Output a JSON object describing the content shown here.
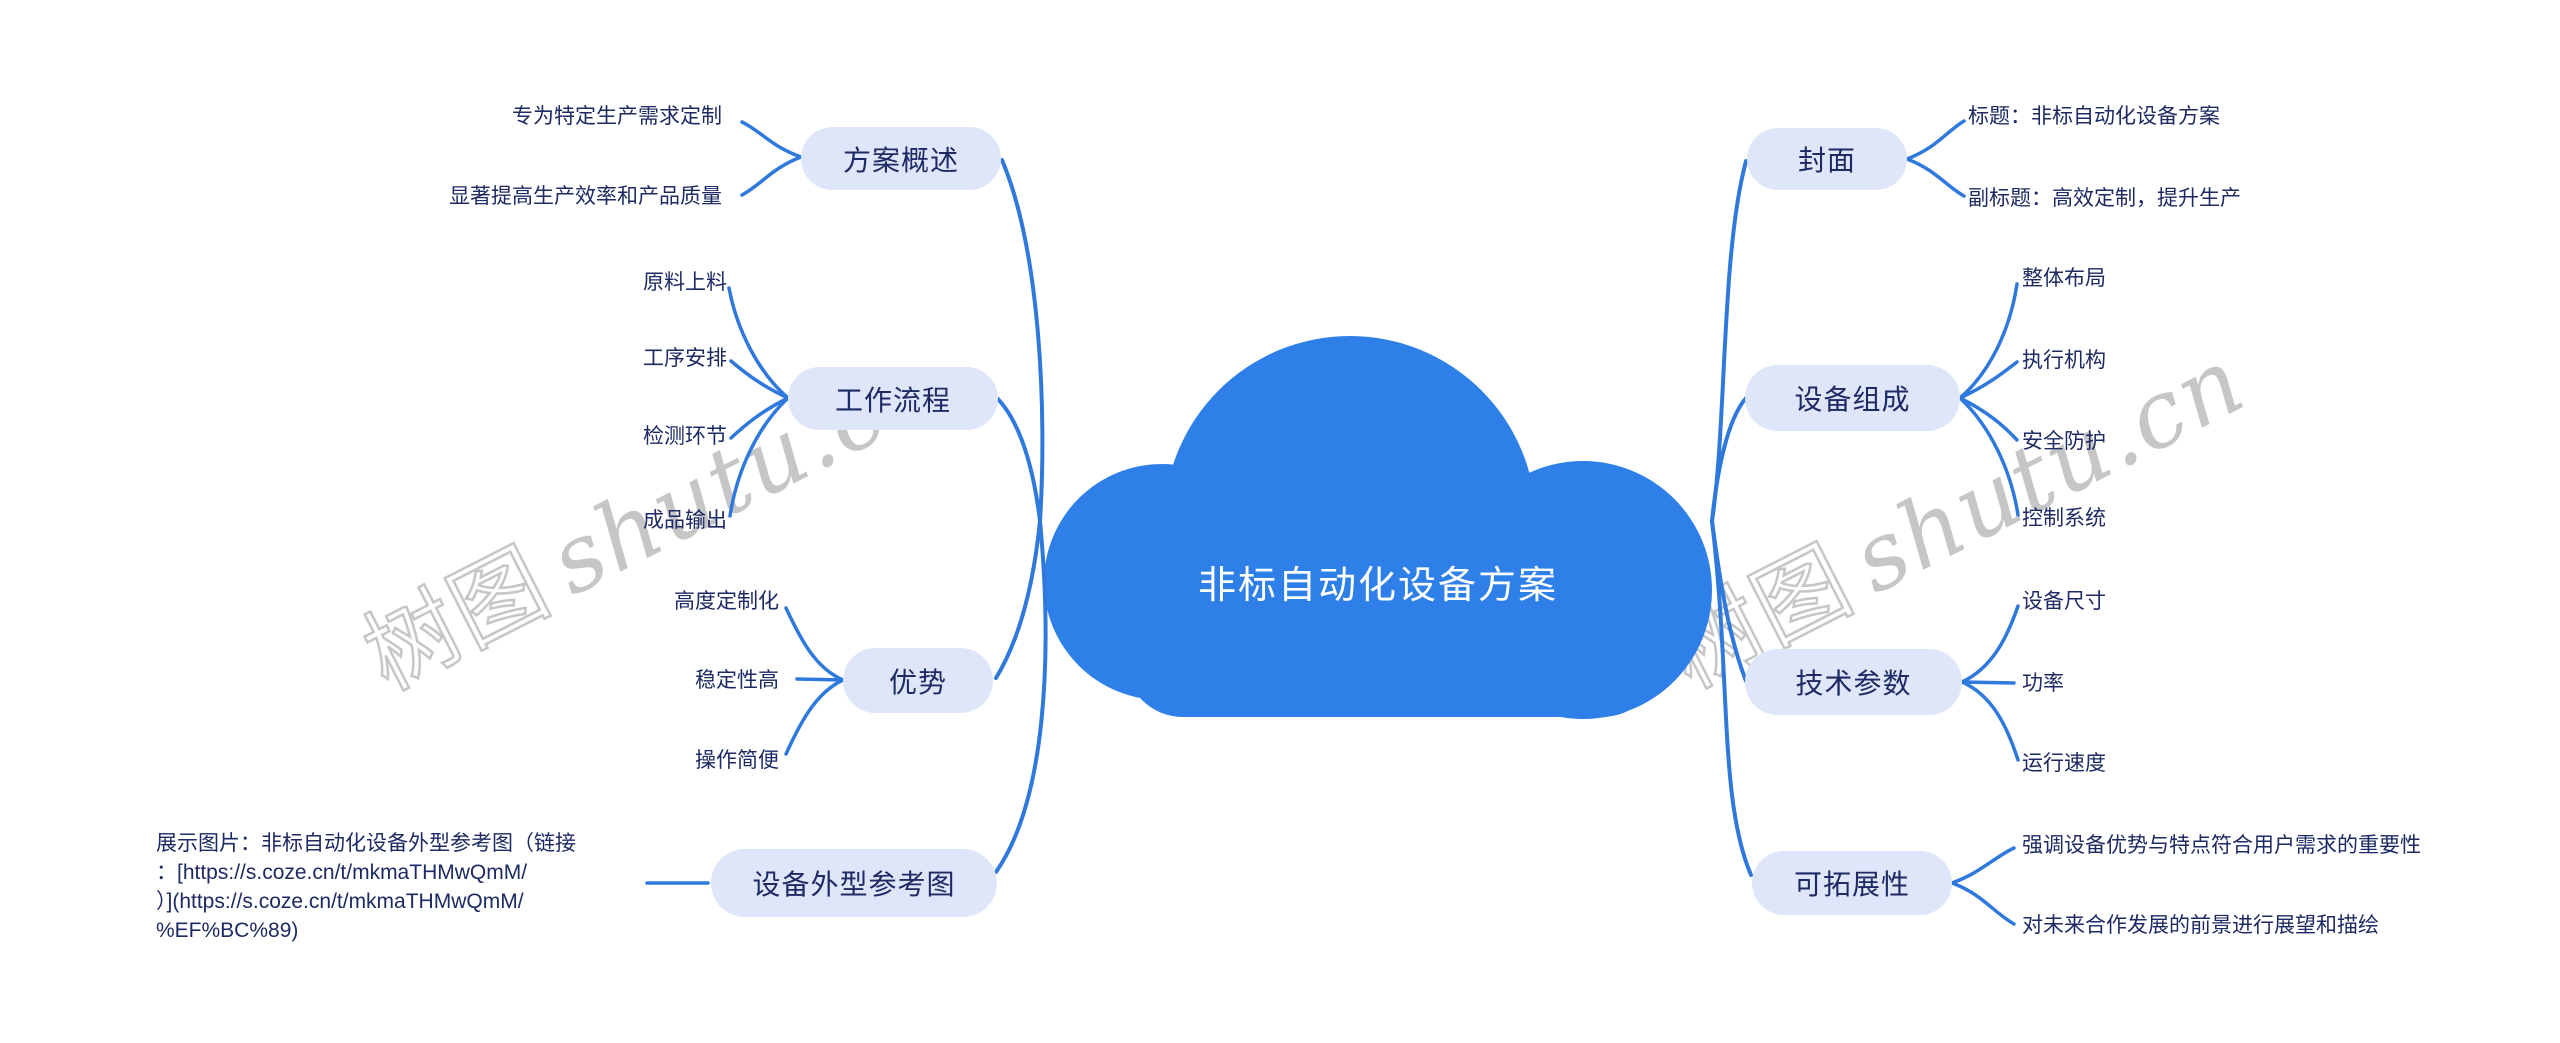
{
  "root": {
    "label": "非标自动化设备方案"
  },
  "watermark": {
    "cjk": "树图",
    "latin": "shutu.cn"
  },
  "colors": {
    "cloud": "#2e80e8",
    "branch": "#2f79dc",
    "node_fill": "#dfe6fa",
    "node_text": "#1d2a63",
    "root_text": "#ffffff",
    "watermark": "#c6c6c6",
    "background": "#ffffff"
  },
  "left_branches": [
    {
      "label": "方案概述",
      "children": [
        "专为特定生产需求定制",
        "显著提高生产效率和产品质量"
      ]
    },
    {
      "label": "工作流程",
      "children": [
        "原料上料",
        "工序安排",
        "检测环节",
        "成品输出"
      ]
    },
    {
      "label": "优势",
      "children": [
        "高度定制化",
        "稳定性高",
        "操作简便"
      ]
    },
    {
      "label": "设备外型参考图",
      "children": []
    }
  ],
  "ref_note": {
    "lines": [
      "展示图片：非标自动化设备外型参考图（链接",
      "：[https://s.coze.cn/t/mkmaTHMwQmM/",
      "）](https://s.coze.cn/t/mkmaTHMwQmM/",
      "%EF%BC%89)"
    ]
  },
  "right_branches": [
    {
      "label": "封面",
      "children": [
        "标题：非标自动化设备方案",
        "副标题：高效定制，提升生产"
      ]
    },
    {
      "label": "设备组成",
      "children": [
        "整体布局",
        "执行机构",
        "安全防护",
        "控制系统"
      ]
    },
    {
      "label": "技术参数",
      "children": [
        "设备尺寸",
        "功率",
        "运行速度"
      ]
    },
    {
      "label": "可拓展性",
      "children": [
        "强调设备优势与特点符合用户需求的重要性",
        "对未来合作发展的前景进行展望和描绘"
      ]
    }
  ]
}
